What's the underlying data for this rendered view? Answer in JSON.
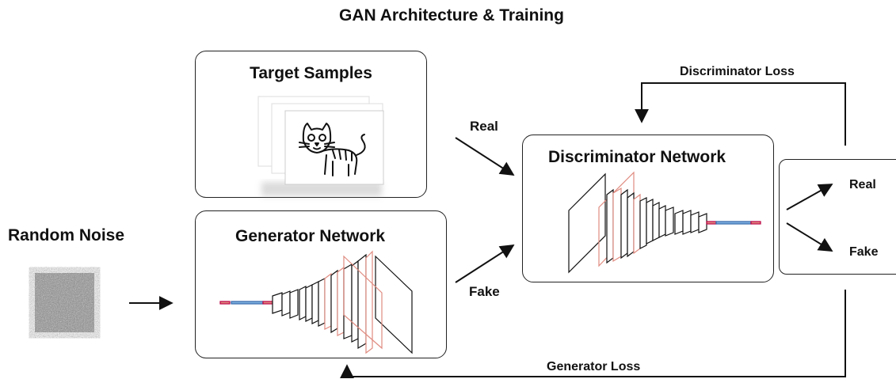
{
  "title": "GAN Architecture & Training",
  "boxes": {
    "target_samples": "Target Samples",
    "generator": "Generator Network",
    "discriminator": "Discriminator Network"
  },
  "labels": {
    "random_noise": "Random Noise",
    "real_input": "Real",
    "fake_input": "Fake",
    "discriminator_loss": "Discriminator Loss",
    "generator_loss": "Generator Loss",
    "output_real": "Real",
    "output_fake": "Fake"
  },
  "icons": {
    "noise": "noise-image-icon",
    "samples": "cat-sketch-stack-icon",
    "generator_layers": "layer-stack-icon",
    "discriminator_layers": "layer-stack-icon"
  },
  "colors": {
    "line": "#111111",
    "layer_pink": "#e08b80",
    "layer_blue": "#7fb2e0"
  }
}
